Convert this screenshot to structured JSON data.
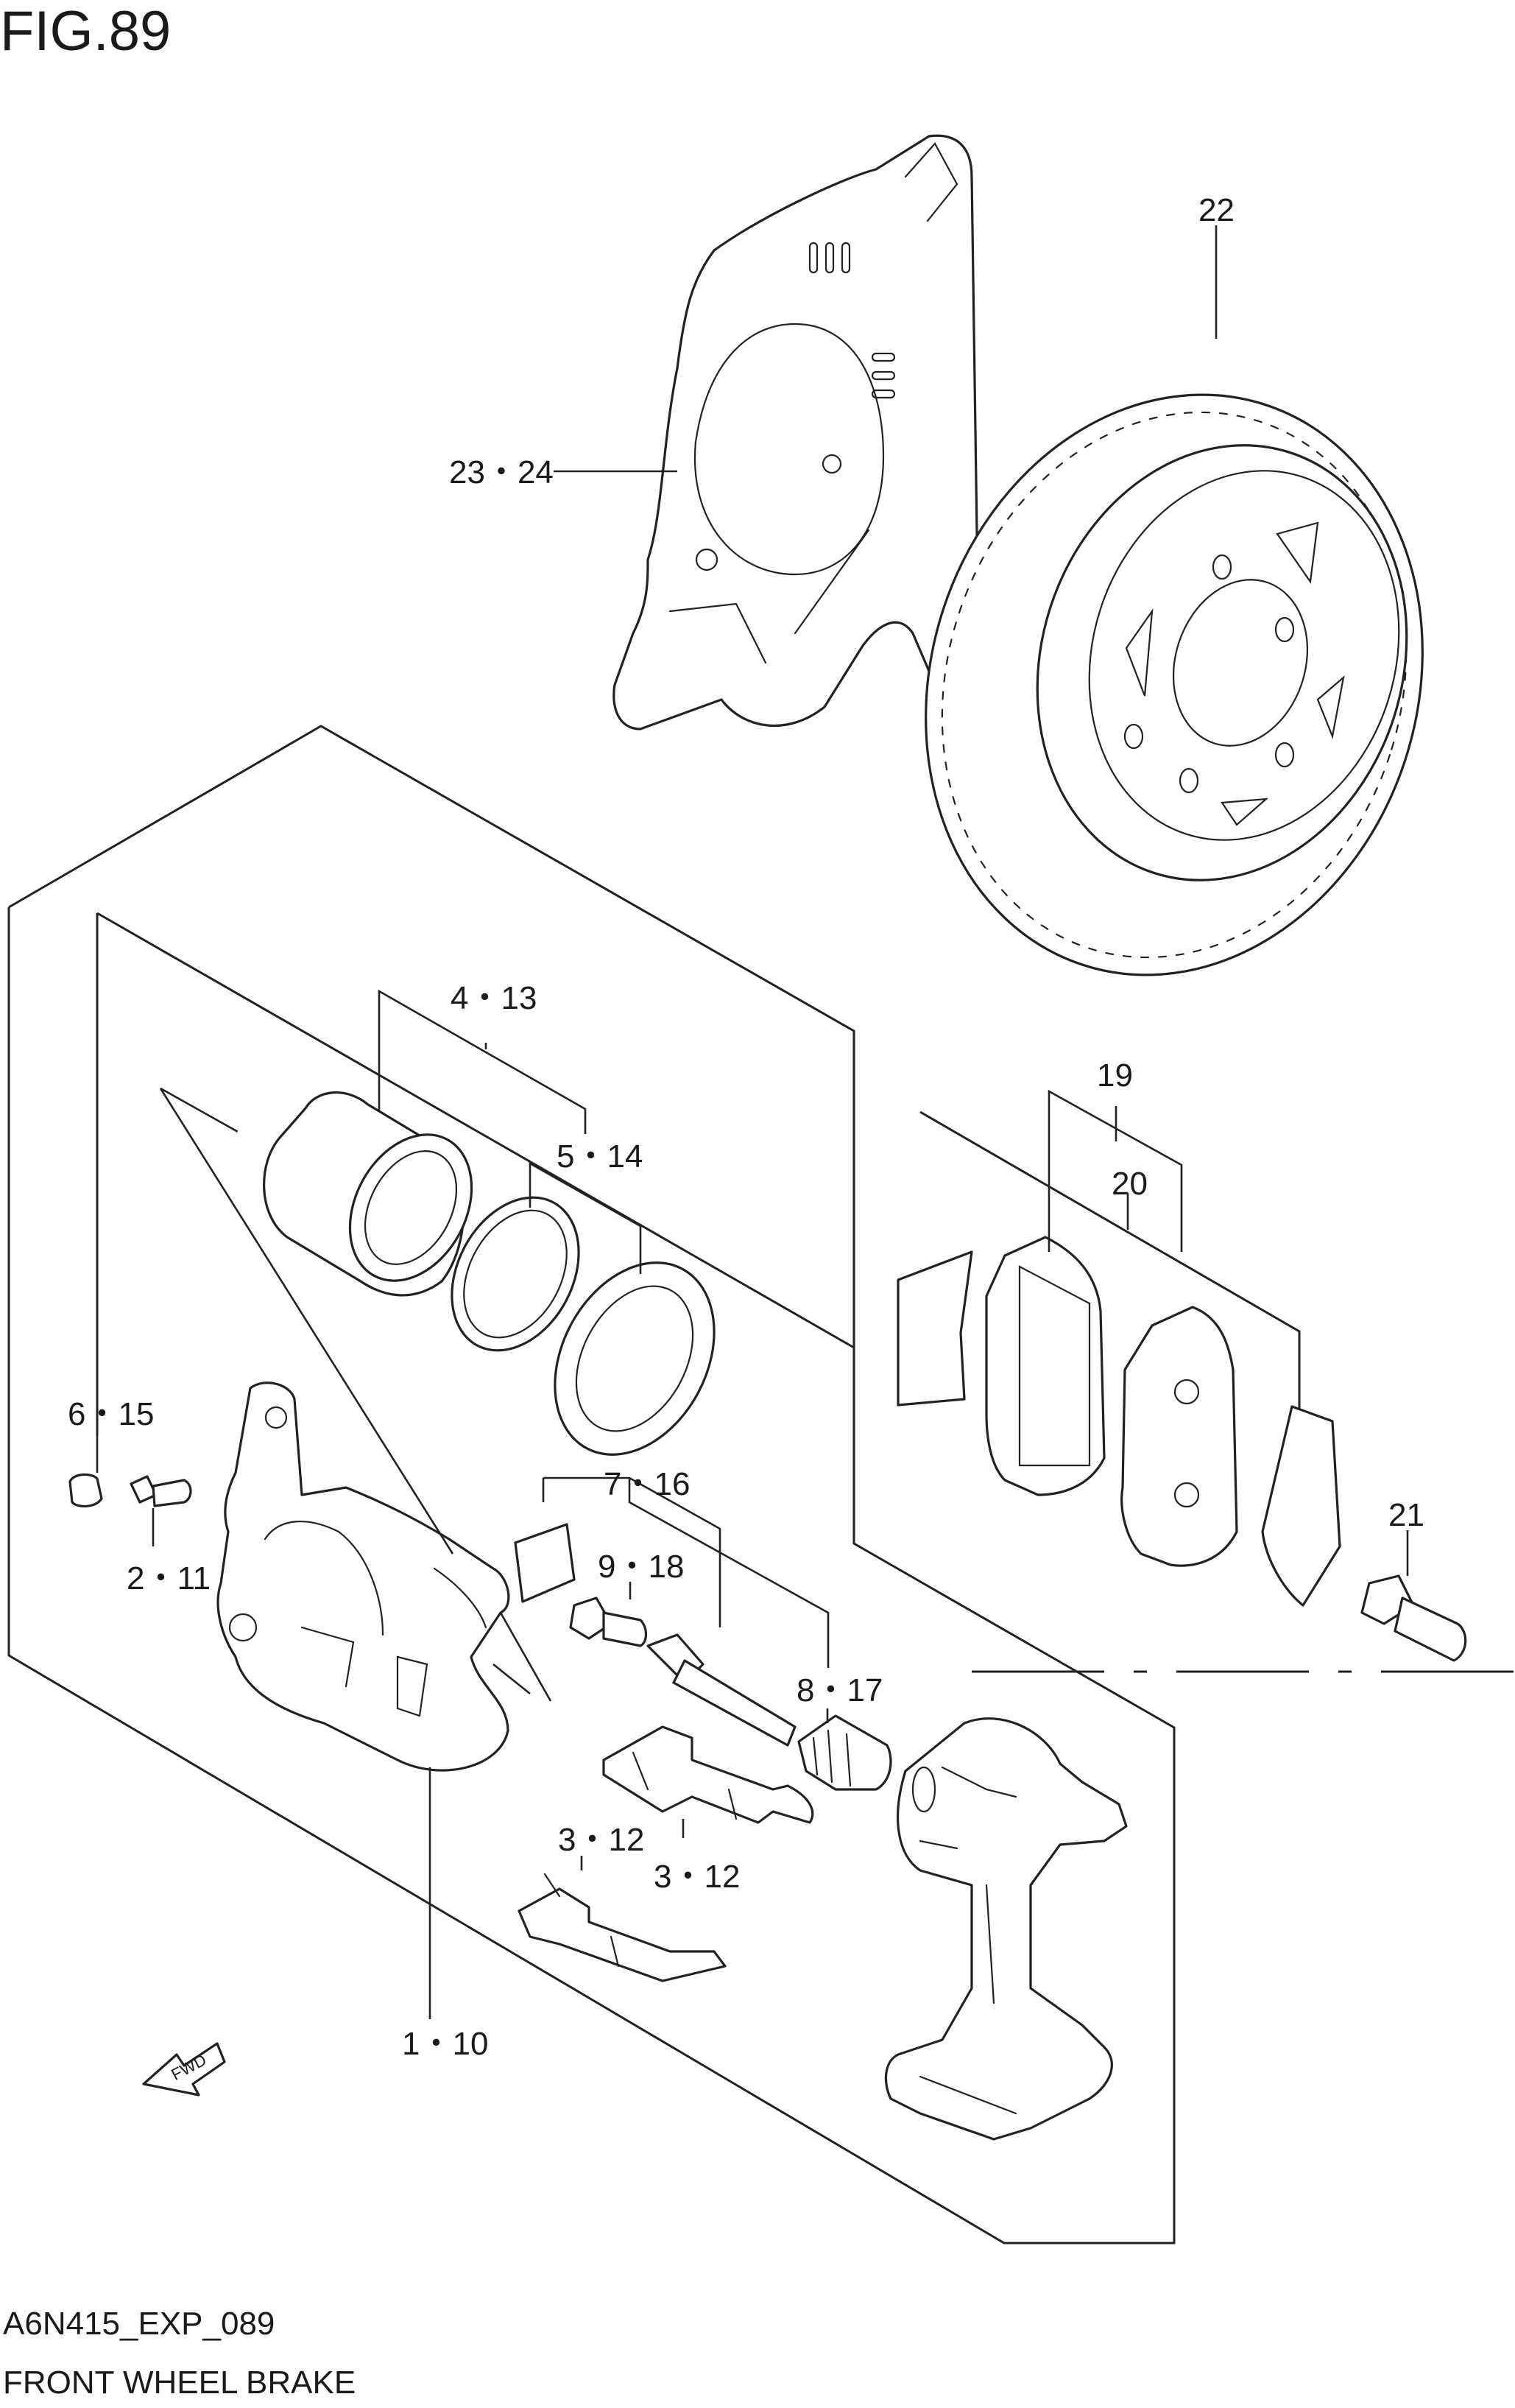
{
  "figure": {
    "number": "FIG.89",
    "code": "A6N415_EXP_089",
    "name": "FRONT WHEEL BRAKE"
  },
  "callouts": [
    {
      "id": "c22",
      "text": "22"
    },
    {
      "id": "c23",
      "text": "23・24"
    },
    {
      "id": "c4",
      "text": "4・13"
    },
    {
      "id": "c5",
      "text": "5・14"
    },
    {
      "id": "c19",
      "text": "19"
    },
    {
      "id": "c20",
      "text": "20"
    },
    {
      "id": "c6",
      "text": "6・15"
    },
    {
      "id": "c7",
      "text": "7・16"
    },
    {
      "id": "c9",
      "text": "9・18"
    },
    {
      "id": "c2",
      "text": "2・11"
    },
    {
      "id": "c21",
      "text": "21"
    },
    {
      "id": "c8",
      "text": "8・17"
    },
    {
      "id": "c3a",
      "text": "3・12"
    },
    {
      "id": "c3b",
      "text": "3・12"
    },
    {
      "id": "c1",
      "text": "1・10"
    }
  ],
  "fwd_label": "FWD"
}
